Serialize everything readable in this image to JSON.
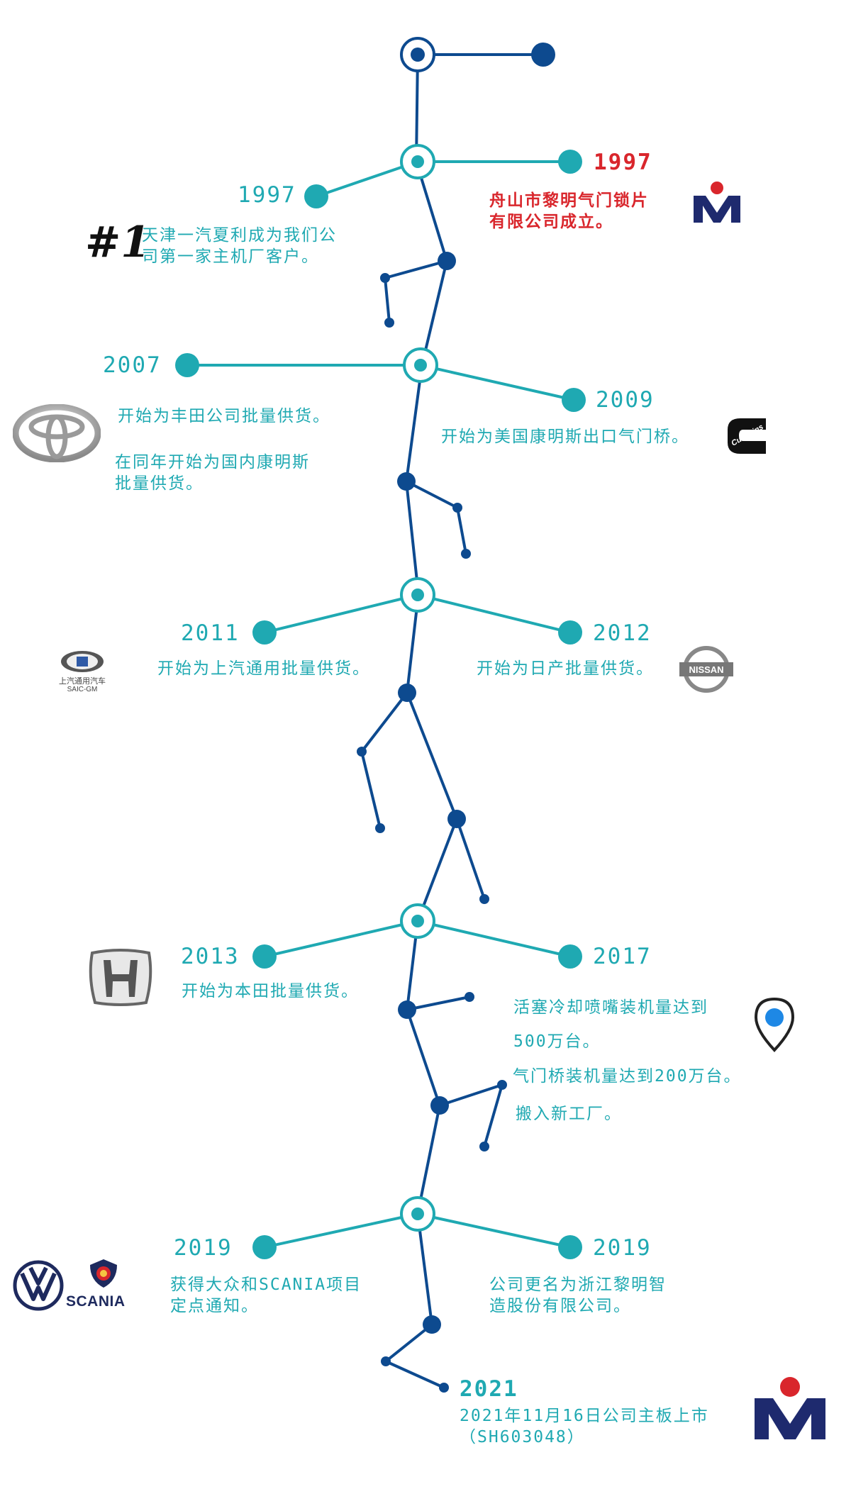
{
  "colors": {
    "teal": "#1fa9b2",
    "navy": "#0d4a8f",
    "red": "#d9262c",
    "logo_navy": "#1e2a6e"
  },
  "events": [
    {
      "year": "1997",
      "text": "舟山市黎明气门锁片\n有限公司成立。",
      "logo": "liming-logo",
      "highlight": true
    },
    {
      "year": "1997",
      "text": "天津一汽夏利成为我们公\n司第一家主机厂客户。",
      "logo": "number-one-icon"
    },
    {
      "year": "2007",
      "text": "开始为丰田公司批量供货。",
      "logo": "toyota-logo"
    },
    {
      "year": "",
      "text": "在同年开始为国内康明斯\n批量供货。"
    },
    {
      "year": "2009",
      "text": "开始为美国康明斯出口气门桥。",
      "logo": "cummins-logo"
    },
    {
      "year": "2011",
      "text": "开始为上汽通用批量供货。",
      "logo": "saic-gm-logo"
    },
    {
      "year": "2012",
      "text": "开始为日产批量供货。",
      "logo": "nissan-logo"
    },
    {
      "year": "2013",
      "text": "开始为本田批量供货。",
      "logo": "honda-logo"
    },
    {
      "year": "2017",
      "text": "活塞冷却喷嘴装机量达到\n500万台。",
      "logo": "location-pin-icon"
    },
    {
      "year": "",
      "text": "气门桥装机量达到200万台。"
    },
    {
      "year": "",
      "text": "搬入新工厂。"
    },
    {
      "year": "2019",
      "text": "获得大众和SCANIA项目\n定点通知。",
      "logo": "vw-scania-logo"
    },
    {
      "year": "2019",
      "text": "公司更名为浙江黎明智\n造股份有限公司。"
    },
    {
      "year": "2021",
      "text": "2021年11月16日公司主板上市\n（SH603048）",
      "logo": "liming-logo"
    }
  ],
  "logos": {
    "saic_gm_text_cn": "上汽通用汽车",
    "saic_gm_text_en": "SAIC-GM",
    "nissan_text": "NISSAN",
    "cummins_text": "Cummins",
    "scania_text": "SCANIA",
    "number_one_text": "#1"
  }
}
